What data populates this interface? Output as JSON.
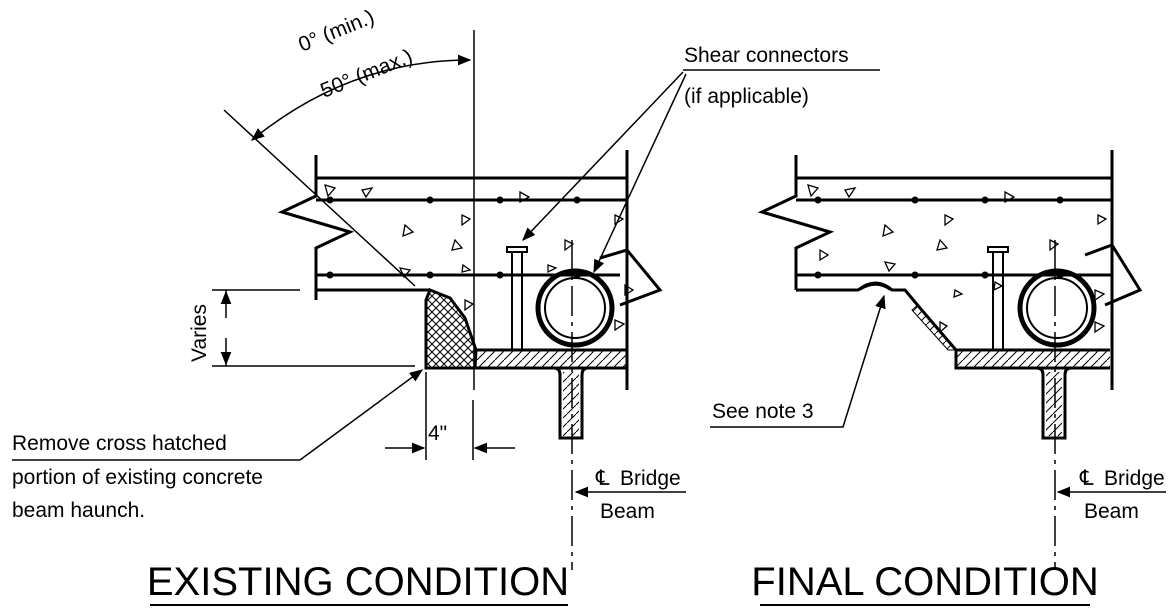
{
  "labels": {
    "angle_min": "0° (min.)",
    "angle_max": "50° (max.)",
    "shear_connectors_line1": "Shear connectors",
    "shear_connectors_line2": "(if applicable)",
    "varies": "Varies",
    "dim_4in": "4\"",
    "remove_note_line1": "Remove cross hatched",
    "remove_note_line2": "portion of existing concrete",
    "remove_note_line3": "beam haunch.",
    "cl_bridge_left_line1": "Bridge",
    "cl_bridge_left_line2": "Beam",
    "see_note": "See note 3",
    "cl_bridge_right_line1": "Bridge",
    "cl_bridge_right_line2": "Beam",
    "centerline_symbol": "℄"
  },
  "titles": {
    "existing": "EXISTING CONDITION",
    "final": "FINAL CONDITION"
  }
}
